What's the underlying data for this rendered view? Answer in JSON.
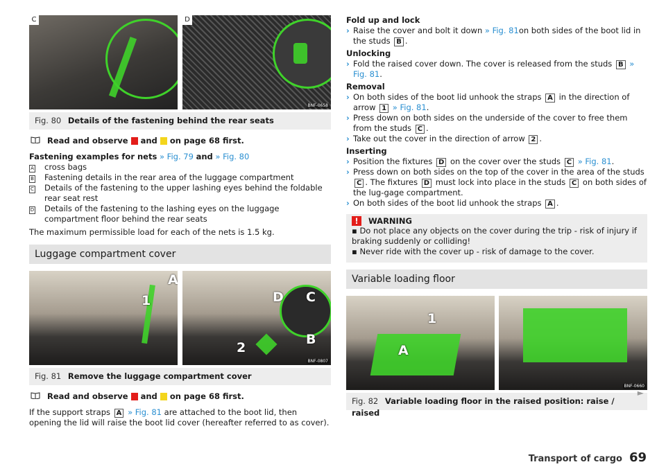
{
  "fig80": {
    "corner_c": "C",
    "corner_d": "D",
    "code": "BNF-0658",
    "num": "Fig. 80",
    "title": "Details of the fastening behind the rear seats"
  },
  "read1": {
    "text_a": "Read and observe",
    "text_b": "and",
    "text_c": "on page 68 first."
  },
  "fastening": {
    "title_text": "Fastening examples for nets",
    "ref1": "» Fig. 79",
    "and": "and",
    "ref2": "» Fig. 80",
    "items": [
      {
        "key": "A",
        "text": "cross bags"
      },
      {
        "key": "B",
        "text": "Fastening details in the rear area of the luggage compartment"
      },
      {
        "key": "C",
        "text": "Details of the fastening to the upper lashing eyes behind the foldable rear seat rest"
      },
      {
        "key": "D",
        "text": "Details of the fastening to the lashing eyes on the luggage compartment floor behind the rear seats"
      }
    ],
    "load": "The maximum permissible load for each of the nets is 1.5 kg."
  },
  "cover_section": {
    "title": "Luggage compartment cover"
  },
  "fig81": {
    "code": "BNF-0807",
    "num": "Fig. 81",
    "title": "Remove the luggage compartment cover",
    "labels": {
      "a": "A",
      "one": "1",
      "d": "D",
      "c": "C",
      "b": "B",
      "two": "2"
    }
  },
  "read2": {
    "text_a": "Read and observe",
    "text_b": "and",
    "text_c": "on page 68 first."
  },
  "support": {
    "t1": "If the support straps",
    "tag": "A",
    "ref": "» Fig. 81",
    "t2": "are attached to the boot lid, then opening the lid will raise the boot lid cover (hereafter referred to as cover)."
  },
  "foldup": {
    "title": "Fold up and lock",
    "b1_a": "Raise the cover and bolt it down",
    "b1_ref": "» Fig. 81",
    "b1_b": "on both sides of the boot lid in the studs",
    "b1_tag": "B",
    "b1_end": "."
  },
  "unlocking": {
    "title": "Unlocking",
    "b1_a": "Fold the raised cover down. The cover is released from the studs",
    "b1_tag": "B",
    "b1_ref": "» Fig. 81",
    "b1_end": "."
  },
  "removal": {
    "title": "Removal",
    "b1_a": "On both sides of the boot lid unhook the straps",
    "b1_tag": "A",
    "b1_b": "in the direction of arrow",
    "b1_tag2": "1",
    "b1_ref": "» Fig. 81",
    "b1_end": ".",
    "b2_a": "Press down on both sides on the underside of the cover to free them from the studs",
    "b2_tag": "C",
    "b2_end": ".",
    "b3_a": "Take out the cover in the direction of arrow",
    "b3_tag": "2",
    "b3_end": "."
  },
  "inserting": {
    "title": "Inserting",
    "b1_a": "Position the fixtures",
    "b1_tag": "D",
    "b1_b": "on the cover over the studs",
    "b1_tag2": "C",
    "b1_ref": "» Fig. 81",
    "b1_end": ".",
    "b2_a": "Press down on both sides on the top of the cover in the area of the studs",
    "b2_tag": "C",
    "b2_b": ". The fixtures",
    "b2_tag2": "D",
    "b2_c": "must lock into place in the studs",
    "b2_tag3": "C",
    "b2_d": "on both sides of the lug-gage compartment.",
    "b3_a": "On both sides of the boot lid unhook the straps",
    "b3_tag": "A",
    "b3_end": "."
  },
  "warning": {
    "title": "WARNING",
    "l1": "▪ Do not place any objects on the cover during the trip - risk of injury if braking suddenly or colliding!",
    "l2": "▪ Never ride with the cover up - risk of damage to the cover."
  },
  "floor_section": {
    "title": "Variable loading floor"
  },
  "fig82": {
    "code": "BNF-0660",
    "num": "Fig. 82",
    "title": "Variable loading floor in the raised position: raise / raised",
    "labels": {
      "one": "1",
      "a": "A"
    }
  },
  "footer": {
    "section": "Transport of cargo",
    "page": "69"
  }
}
